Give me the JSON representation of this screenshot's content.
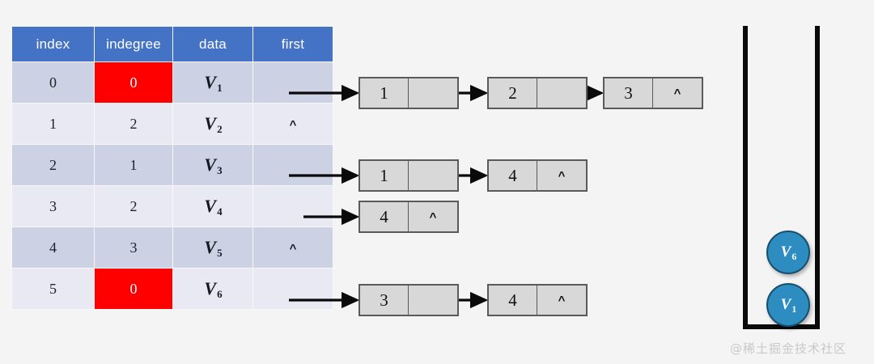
{
  "table": {
    "headers": [
      "index",
      "indegree",
      "data",
      "first"
    ],
    "rows": [
      {
        "index": "0",
        "indegree": "0",
        "data_v": "V",
        "data_sub": "1",
        "first": "",
        "first_nil": false,
        "indegree_hot": true
      },
      {
        "index": "1",
        "indegree": "2",
        "data_v": "V",
        "data_sub": "2",
        "first": "^",
        "first_nil": true,
        "indegree_hot": false
      },
      {
        "index": "2",
        "indegree": "1",
        "data_v": "V",
        "data_sub": "3",
        "first": "",
        "first_nil": false,
        "indegree_hot": false
      },
      {
        "index": "3",
        "indegree": "2",
        "data_v": "V",
        "data_sub": "4",
        "first": "",
        "first_nil": false,
        "indegree_hot": false
      },
      {
        "index": "4",
        "indegree": "3",
        "data_v": "V",
        "data_sub": "5",
        "first": "^",
        "first_nil": true,
        "indegree_hot": false
      },
      {
        "index": "5",
        "indegree": "0",
        "data_v": "V",
        "data_sub": "6",
        "first": "",
        "first_nil": false,
        "indegree_hot": true
      }
    ]
  },
  "adjacency_lists": [
    {
      "row": 0,
      "nodes": [
        {
          "value": "1",
          "next": "ptr"
        },
        {
          "value": "2",
          "next": "ptr"
        },
        {
          "value": "3",
          "next": "^"
        }
      ]
    },
    {
      "row": 2,
      "nodes": [
        {
          "value": "1",
          "next": "ptr"
        },
        {
          "value": "4",
          "next": "^"
        }
      ]
    },
    {
      "row": 3,
      "nodes": [
        {
          "value": "4",
          "next": "^"
        }
      ]
    },
    {
      "row": 5,
      "nodes": [
        {
          "value": "3",
          "next": "ptr"
        },
        {
          "value": "4",
          "next": "^"
        }
      ]
    }
  ],
  "stack": {
    "items": [
      {
        "v": "V",
        "sub": "6"
      },
      {
        "v": "V",
        "sub": "1"
      }
    ]
  },
  "watermark": {
    "text": "@稀土掘金技术社区"
  },
  "colors": {
    "header_blue": "#4472c4",
    "row_dark": "#ccd1e3",
    "row_light": "#e8e9f3",
    "highlight_red": "#fe0000",
    "node_fill": "#d8d8d8",
    "node_border": "#5a5a5a",
    "stack_circle": "#2d8cc0",
    "stack_wall": "#0a0a0a",
    "page_bg": "#f4f4f5"
  }
}
